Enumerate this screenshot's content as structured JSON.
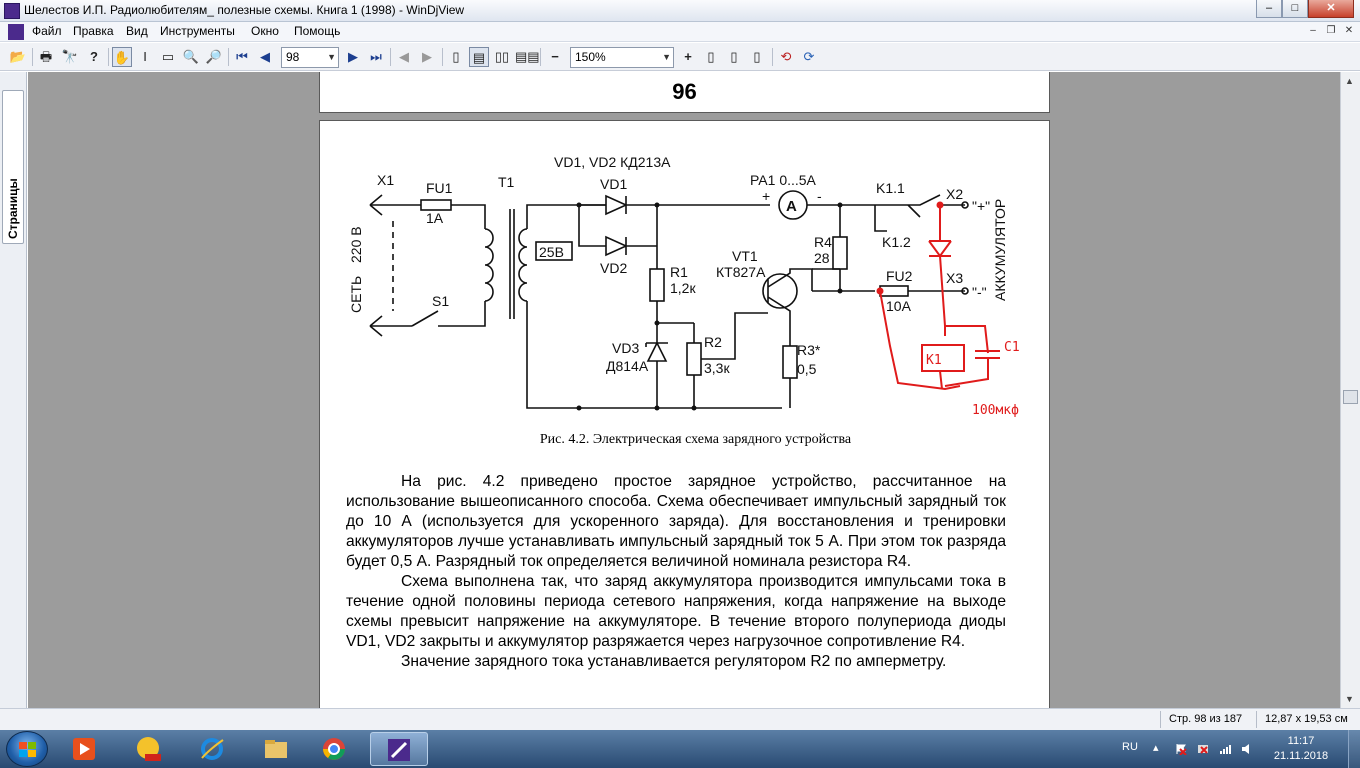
{
  "window": {
    "title": "Шелестов И.П. Радиолюбителям_ полезные схемы. Книга 1 (1998) - WinDjView",
    "minimize": "–",
    "maximize": "□",
    "close": "✕"
  },
  "menu": {
    "items": [
      "Файл",
      "Правка",
      "Вид",
      "Инструменты",
      "Окно",
      "Помощь"
    ],
    "mdi_min": "–",
    "mdi_restore": "❐",
    "mdi_close": "✕"
  },
  "toolbar": {
    "page_value": "98",
    "zoom_value": "150%",
    "open": "📂",
    "print": "🖶",
    "find": "🔭",
    "help": "?",
    "hand": "✋",
    "select_text": "I",
    "select_rect": "▭",
    "zoom_tool": "🔍",
    "zoom_rect": "🔎",
    "first": "⏮",
    "prev": "◀",
    "next": "▶",
    "last": "⏭",
    "back": "◀",
    "forward": "▶",
    "single": "▯",
    "continuous": "▤",
    "facing": "▯▯",
    "cont_facing": "▤▤",
    "zoom_out": "−",
    "zoom_in": "+",
    "fit_page": "▯",
    "fit_width": "▯",
    "actual": "▯",
    "stretch": "▯",
    "rotate_left": "⟲",
    "rotate_right": "⟳"
  },
  "sidebar": {
    "tab_label": "Страницы"
  },
  "document": {
    "page_number": "96",
    "schematic_labels": {
      "vd12": "VD1, VD2 КД213А",
      "x1": "X1",
      "fu1": "FU1",
      "fu1v": "1A",
      "t1": "T1",
      "vd1": "VD1",
      "vd2": "VD2",
      "v25": "25В",
      "net": "СЕТЬ",
      "v220": "220 В",
      "s1": "S1",
      "pa1": "PA1 0...5A",
      "ammeter": "A",
      "plus": "+",
      "minus": "-",
      "k11": "K1.1",
      "k12": "K1.2",
      "x2": "X2",
      "x2pol": "\"+\"",
      "x3": "X3",
      "x3pol": "\"-\"",
      "akk": "АККУМУЛЯТОР",
      "r4": "R4",
      "r4v": "28",
      "fu2": "FU2",
      "fu2v": "10A",
      "vt1": "VT1",
      "vt1t": "КТ827А",
      "r1": "R1",
      "r1v": "1,2к",
      "vd3": "VD3",
      "vd3t": "Д814А",
      "r2": "R2",
      "r2v": "3,3к",
      "r3": "R3*",
      "r3v": "0,5",
      "hand_k1": "К1",
      "hand_c1": "С1",
      "hand_cap": "100мкф"
    },
    "caption": "Рис. 4.2. Электрическая схема зарядного устройства",
    "paragraphs": [
      "На рис. 4.2 приведено простое зарядное устройство, рассчитанное на использование вышеописанного способа. Схема обеспечивает импульсный зарядный ток до 10 А (используется для ускоренного заряда). Для восстановления и тренировки аккумуляторов лучше устанавливать импульсный зарядный ток 5 А. При этом ток разряда будет 0,5 А. Разрядный ток определяется величиной номинала резистора R4.",
      "Схема выполнена так, что заряд аккумулятора производится импульсами тока в течение одной половины периода сетевого напряжения, когда напряжение на выходе схемы превысит напряжение на аккумуляторе. В течение второго полупериода диоды VD1, VD2 закрыты и аккумулятор разряжается через нагрузочное сопротивление R4.",
      "Значение зарядного тока устанавливается регулятором R2 по амперметру."
    ]
  },
  "status": {
    "page_info": "Стр. 98 из 187",
    "size_info": "12,87 x 19,53 см"
  },
  "taskbar": {
    "lang": "RU",
    "time": "11:17",
    "date": "21.11.2018"
  },
  "colors": {
    "viewport_bg": "#9c9c9c",
    "handdrawn": "#e01b1b",
    "taskbar": "#294a72"
  }
}
